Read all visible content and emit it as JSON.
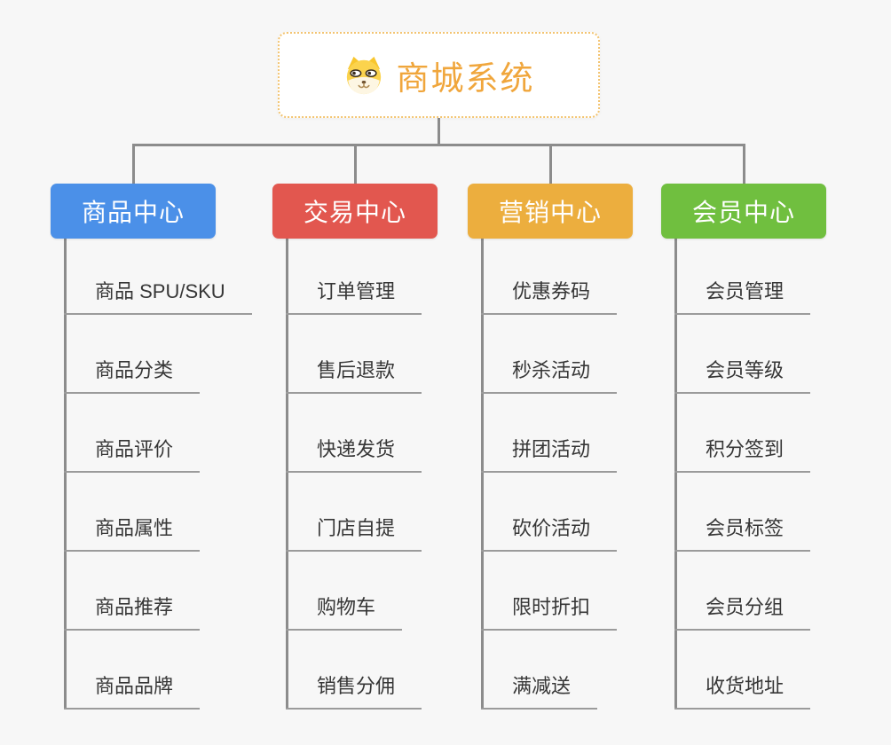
{
  "root": {
    "title": "商城系统",
    "icon": "doge-icon",
    "text_color": "#f0a63c",
    "border_color": "#f3c471",
    "background": "#ffffff"
  },
  "branches": [
    {
      "label": "商品中心",
      "color": "#4b90e8",
      "items": [
        "商品 SPU/SKU",
        "商品分类",
        "商品评价",
        "商品属性",
        "商品推荐",
        "商品品牌"
      ]
    },
    {
      "label": "交易中心",
      "color": "#e2574f",
      "items": [
        "订单管理",
        "售后退款",
        "快递发货",
        "门店自提",
        "购物车",
        "销售分佣"
      ]
    },
    {
      "label": "营销中心",
      "color": "#ecae3e",
      "items": [
        "优惠券码",
        "秒杀活动",
        "拼团活动",
        "砍价活动",
        "限时折扣",
        "满减送"
      ]
    },
    {
      "label": "会员中心",
      "color": "#70bf3f",
      "items": [
        "会员管理",
        "会员等级",
        "积分签到",
        "会员标签",
        "会员分组",
        "收货地址"
      ]
    }
  ],
  "canvas": {
    "background": "#f7f7f7",
    "connector_color": "#8c8c8c",
    "item_text_color": "#363636",
    "item_line_color": "#9b9b9b"
  }
}
